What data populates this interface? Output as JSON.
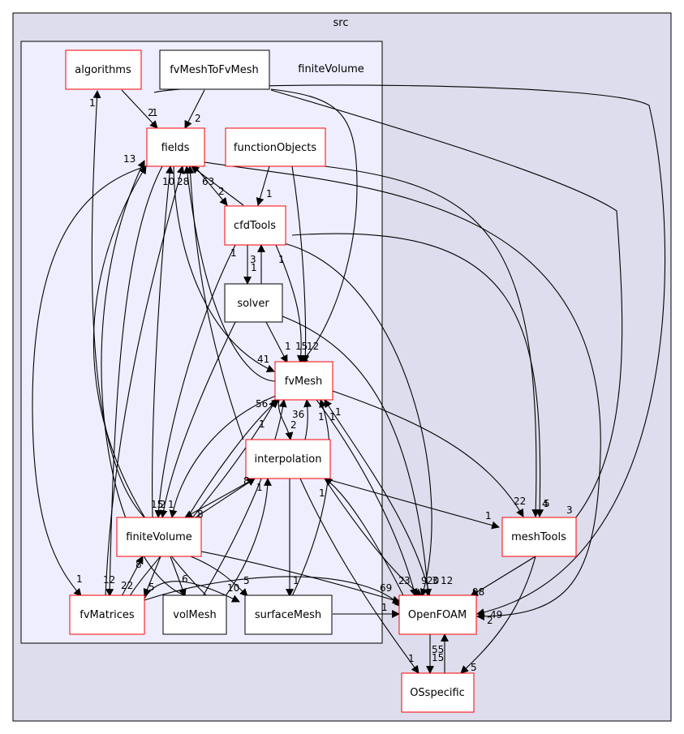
{
  "clusters": {
    "src": {
      "label": "src"
    },
    "finiteVolume": {
      "label": "finiteVolume"
    }
  },
  "nodes": {
    "algorithms": {
      "label": "algorithms",
      "border": "#ff0000"
    },
    "fvMeshToFvMesh": {
      "label": "fvMeshToFvMesh",
      "border": "#000000"
    },
    "fields": {
      "label": "fields",
      "border": "#ff0000"
    },
    "functionObjects": {
      "label": "functionObjects",
      "border": "#ff0000"
    },
    "cfdTools": {
      "label": "cfdTools",
      "border": "#ff0000"
    },
    "solver": {
      "label": "solver",
      "border": "#000000"
    },
    "fvMesh": {
      "label": "fvMesh",
      "border": "#ff0000"
    },
    "interpolation": {
      "label": "interpolation",
      "border": "#ff0000"
    },
    "finiteVolumeSub": {
      "label": "finiteVolume",
      "border": "#ff0000"
    },
    "fvMatrices": {
      "label": "fvMatrices",
      "border": "#ff0000"
    },
    "volMesh": {
      "label": "volMesh",
      "border": "#000000"
    },
    "surfaceMesh": {
      "label": "surfaceMesh",
      "border": "#000000"
    },
    "meshTools": {
      "label": "meshTools",
      "border": "#ff0000"
    },
    "OpenFOAM": {
      "label": "OpenFOAM",
      "border": "#ff0000"
    },
    "OSspecific": {
      "label": "OSspecific",
      "border": "#ff0000"
    }
  },
  "edge_labels": [
    "1",
    "2",
    "1",
    "2",
    "13",
    "10",
    "28",
    "63",
    "2",
    "1",
    "1",
    "3",
    "1",
    "1",
    "15",
    "12",
    "41",
    "56",
    "36",
    "2",
    "1",
    "1",
    "1",
    "1",
    "1",
    "8",
    "1",
    "8",
    "15",
    "2",
    "1",
    "1",
    "12",
    "22",
    "8",
    "5",
    "6",
    "10",
    "5",
    "1",
    "1",
    "22",
    "1",
    "4",
    "5",
    "3",
    "69",
    "2",
    "3",
    "9",
    "20",
    "3",
    "12",
    "98",
    "49",
    "2",
    "1",
    "55",
    "15",
    "1",
    "5"
  ],
  "colors": {
    "src_fill": "#dddded",
    "finiteVolume_fill": "#eeeeff",
    "node_fill": "#ffffff",
    "edge": "#000000"
  }
}
